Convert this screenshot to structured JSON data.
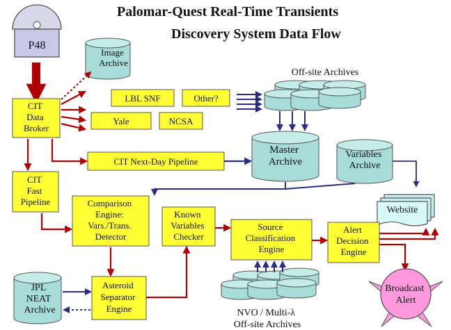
{
  "title": {
    "line1": "Palomar-Quest Real-Time Transients",
    "line2": "Discovery System Data Flow"
  },
  "colors": {
    "box_fill": "#ffff33",
    "box_border": "#555555",
    "cylinder_fill": "#a8dcd8",
    "red_arrow": "#b00000",
    "blue_arrow": "#2a2a8a",
    "website_fill": "#c8f0f0",
    "broadcast_fill": "#ff99dd"
  },
  "nodes": {
    "p48": "P48",
    "image_archive": [
      "Image",
      "Archive"
    ],
    "offsite_archives": "Off-site Archives",
    "cit_data_broker": [
      "CIT",
      "Data",
      "Broker"
    ],
    "lbl_snf": "LBL SNF",
    "other": "Other?",
    "yale": "Yale",
    "ncsa": "NCSA",
    "next_day_pipeline": "CIT Next-Day Pipeline",
    "master_archive": [
      "Master",
      "Archive"
    ],
    "variables_archive": [
      "Variables",
      "Archive"
    ],
    "cit_fast_pipeline": [
      "CIT",
      "Fast",
      "Pipeline"
    ],
    "comparison_engine": [
      "Comparison",
      "Engine:",
      "Vars./Trans.",
      "Detector"
    ],
    "website": "Website",
    "known_variables_checker": [
      "Known",
      "Variables",
      "Checker"
    ],
    "source_classification_engine": [
      "Source",
      "Classification",
      "Engine"
    ],
    "alert_decision_engine": [
      "Alert",
      "Decision",
      "Engine"
    ],
    "jpl_neat_archive": [
      "JPL",
      "NEAT",
      "Archive"
    ],
    "asteroid_separator_engine": [
      "Asteroid",
      "Separator",
      "Engine"
    ],
    "broadcast_alert": [
      "Broadcast",
      "Alert"
    ],
    "nvo_offsite": [
      "NVO / Multi-λ",
      "Off-site Archives"
    ]
  }
}
